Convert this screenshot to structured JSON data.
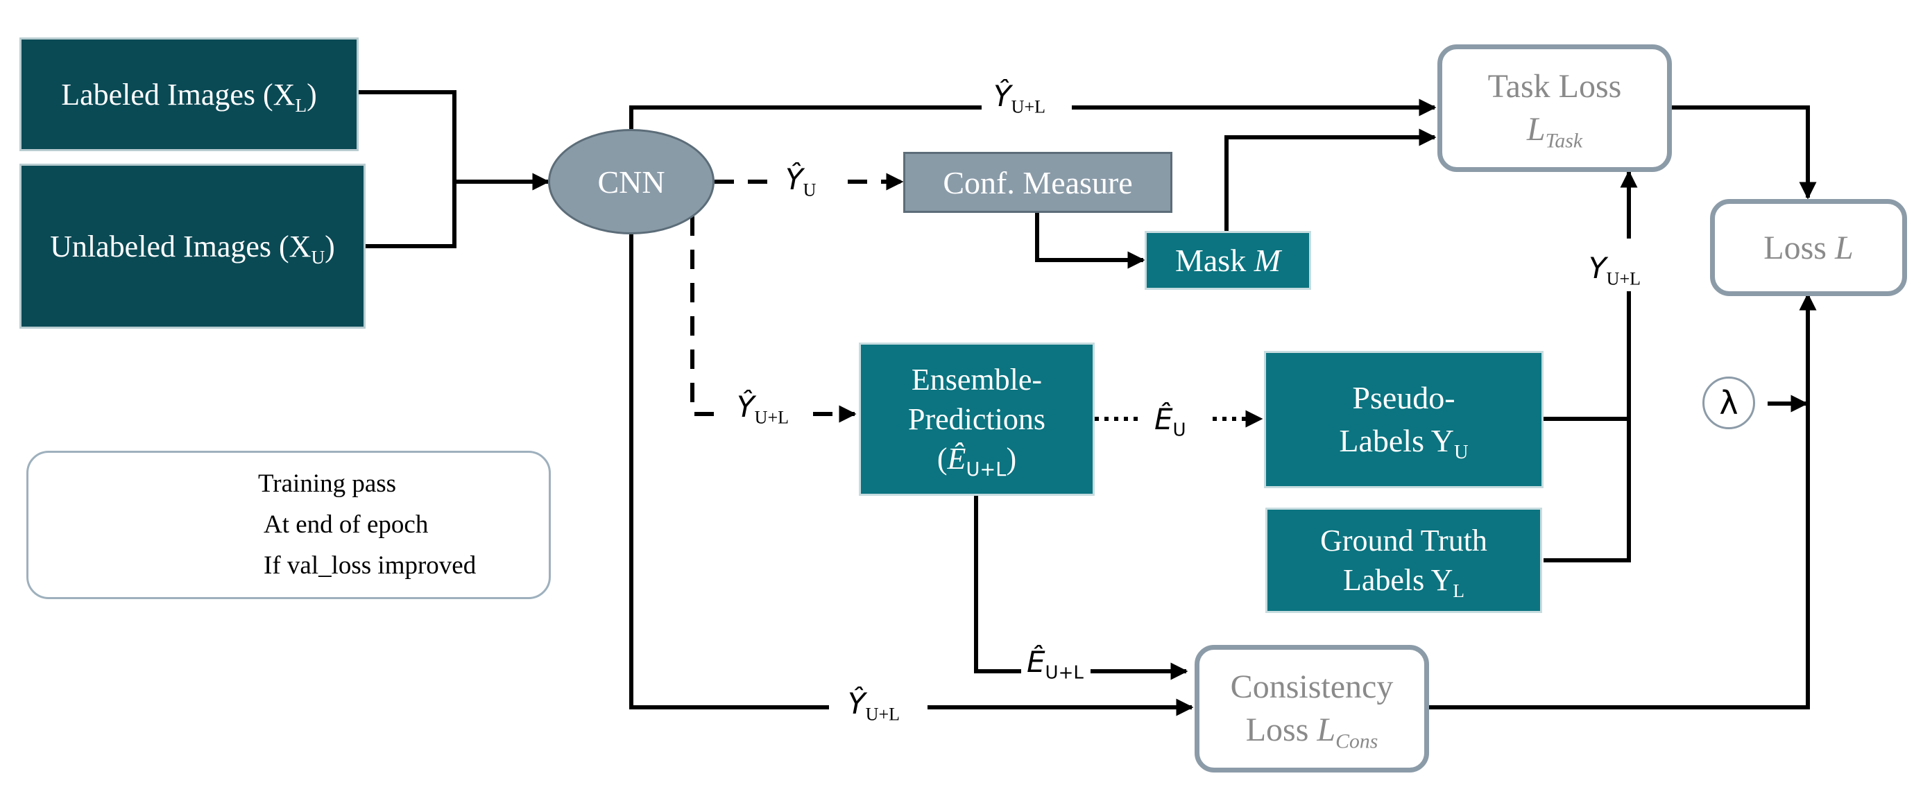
{
  "inputs": {
    "labeled": {
      "text": "Labeled Images (X",
      "sub": "L",
      "close": ")"
    },
    "unlabeled": {
      "text": "Unlabeled Images (X",
      "sub": "U",
      "close": ")"
    }
  },
  "cnn": "CNN",
  "conf_measure": "Conf. Measure",
  "mask": {
    "text": "Mask ",
    "var": "M"
  },
  "ensemble": {
    "line1": "Ensemble-",
    "line2": "Predictions",
    "open": "(",
    "var": "Ê",
    "sub": "U+L",
    "close": ")"
  },
  "pseudo": {
    "line1": "Pseudo-",
    "line2": "Labels Y",
    "sub": "U"
  },
  "ground": {
    "line1": "Ground Truth",
    "line2": "Labels Y",
    "sub": "L"
  },
  "task_loss": {
    "line1": "Task Loss",
    "var": "L",
    "sub": "Task"
  },
  "loss": {
    "text": "Loss ",
    "var": "L"
  },
  "cons_loss": {
    "line1": "Consistency",
    "line2": "Loss ",
    "var": "L",
    "sub": "Cons"
  },
  "lambda": "λ",
  "edge_labels": {
    "y_hat_ul_top": {
      "var": "Ŷ",
      "sub": "U+L"
    },
    "y_hat_u": {
      "var": "Ŷ",
      "sub": "U"
    },
    "y_ul": {
      "var": "Y",
      "sub": "U+L"
    },
    "y_hat_ul_mid": {
      "var": "Ŷ",
      "sub": "U+L"
    },
    "e_hat_u": {
      "var": "Ê",
      "sub": "U"
    },
    "e_hat_ul": {
      "var": "Ê",
      "sub": "U+L"
    },
    "y_hat_ul_bottom": {
      "var": "Ŷ",
      "sub": "U+L"
    }
  },
  "legend": {
    "items": [
      {
        "label": "Training pass",
        "style": "solid"
      },
      {
        "label": "At end of epoch",
        "style": "dashed"
      },
      {
        "label": "If val_loss improved",
        "style": "dotted"
      }
    ]
  }
}
